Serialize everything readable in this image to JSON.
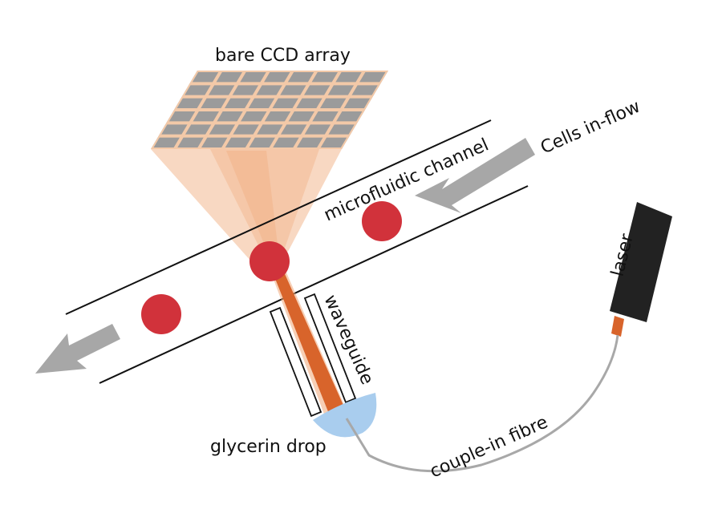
{
  "labels": {
    "ccd": "bare CCD array",
    "channel": "microfluidic channel",
    "cells": "Cells in-flow",
    "laser": "laser",
    "waveguide": "waveguide",
    "drop": "glycerin drop",
    "fibre": "couple-in fibre"
  },
  "colors": {
    "ccd_body": "#9b9b9b",
    "ccd_grid": "#f3c9a8",
    "light_cone": "#f0a878",
    "beam": "#d8642b",
    "cell": "#d1323b",
    "arrow": "#a7a7a7",
    "laser_body": "#222222",
    "drop": "#a9cdee",
    "fibre": "#a8a8a8",
    "line": "#111111"
  },
  "icons": {
    "flow_in": "arrow-left-icon",
    "flow_out": "arrow-down-left-icon"
  }
}
